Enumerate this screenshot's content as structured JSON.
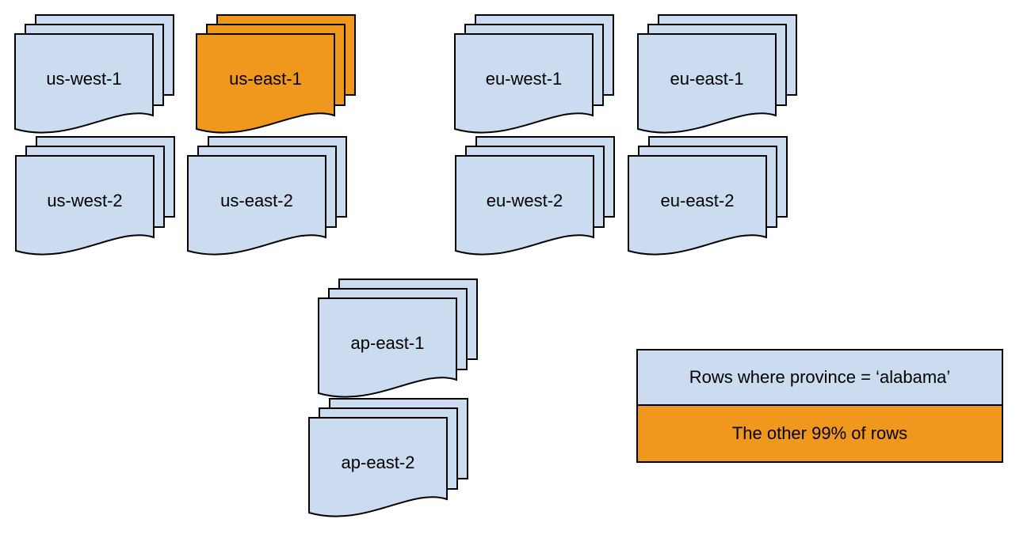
{
  "canvas": {
    "background": "#ffffff"
  },
  "colors": {
    "region_fill": "#cbdcf0",
    "highlight_fill": "#f0981e",
    "stroke": "#000000"
  },
  "stacks": [
    {
      "label": "us-west-1",
      "variant": "region"
    },
    {
      "label": "us-east-1",
      "variant": "highlight"
    },
    {
      "label": "eu-west-1",
      "variant": "region"
    },
    {
      "label": "eu-east-1",
      "variant": "region"
    },
    {
      "label": "us-west-2",
      "variant": "region"
    },
    {
      "label": "us-east-2",
      "variant": "region"
    },
    {
      "label": "eu-west-2",
      "variant": "region"
    },
    {
      "label": "eu-east-2",
      "variant": "region"
    },
    {
      "label": "ap-east-1",
      "variant": "region"
    },
    {
      "label": "ap-east-2",
      "variant": "region"
    }
  ],
  "legend": {
    "items": [
      {
        "label": "Rows where province = ‘alabama’",
        "variant": "region"
      },
      {
        "label": "The other 99% of rows",
        "variant": "highlight"
      }
    ]
  }
}
